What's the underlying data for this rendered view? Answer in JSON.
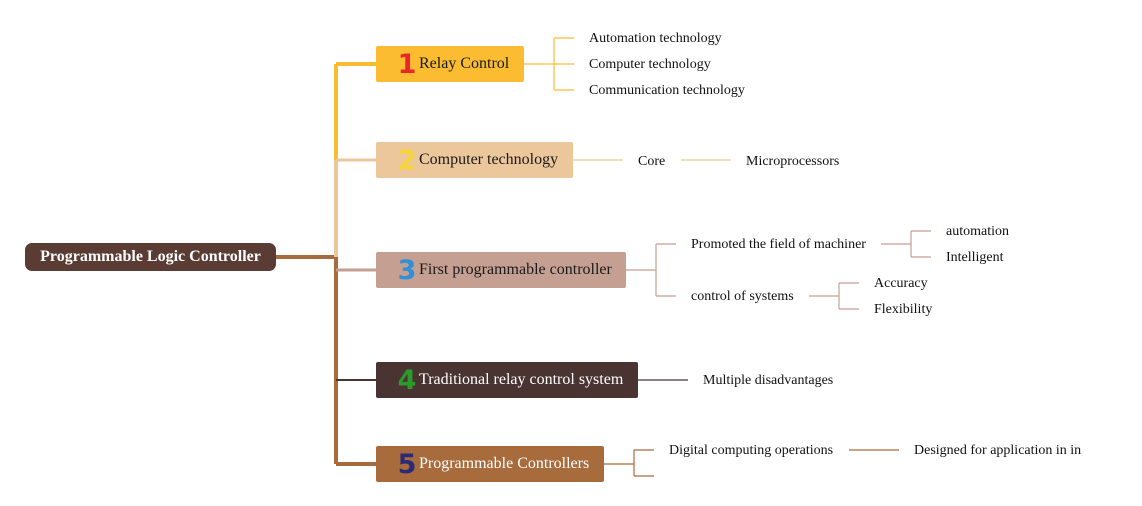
{
  "root": {
    "label": "Programmable Logic Controller"
  },
  "colors": {
    "root": "#5a3c34",
    "branch1": "#fbbc32",
    "branch2": "#ecc79b",
    "branch3": "#c59f92",
    "branch4": "#4a3432",
    "branch5": "#a86b3c"
  },
  "branches": [
    {
      "number": "1",
      "label": "Relay Control",
      "children": [
        "Automation technology",
        "Computer technology",
        "Communication technology"
      ]
    },
    {
      "number": "2",
      "label": "Computer technology",
      "children": [
        "Core"
      ],
      "grandchildren": [
        "Microprocessors"
      ]
    },
    {
      "number": "3",
      "label": "First programmable controller",
      "children": [
        "Promoted the field of machiner",
        "control of systems"
      ],
      "grandchildren_a": [
        "automation",
        "Intelligent"
      ],
      "grandchildren_b": [
        "Accuracy",
        "Flexibility"
      ]
    },
    {
      "number": "4",
      "label": "Traditional relay control system",
      "children": [
        "Multiple disadvantages"
      ]
    },
    {
      "number": "5",
      "label": "Programmable Controllers",
      "children": [
        "Digital computing operations",
        ""
      ],
      "grandchildren": [
        "Designed for application in in"
      ]
    }
  ]
}
